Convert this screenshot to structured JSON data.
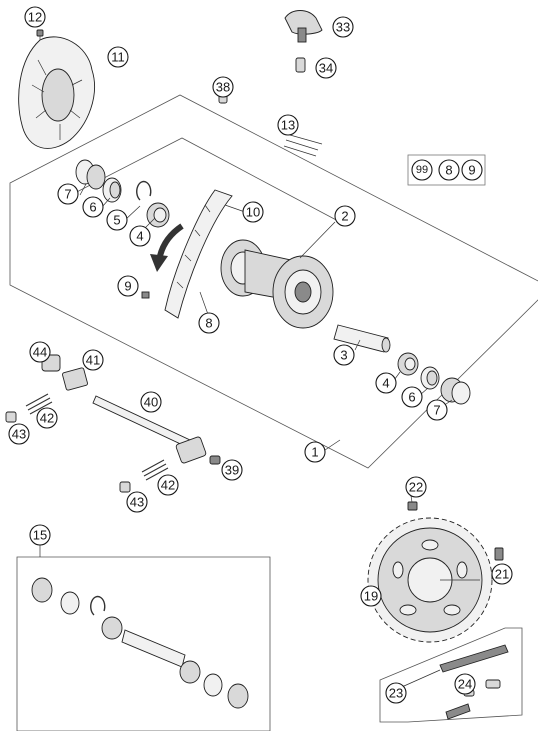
{
  "diagram": {
    "callouts": {
      "c1": "1",
      "c2": "2",
      "c3": "3",
      "c4a": "4",
      "c4b": "4",
      "c5": "5",
      "c6a": "6",
      "c6b": "6",
      "c7a": "7",
      "c7b": "7",
      "c8": "8",
      "c9": "9",
      "c10": "10",
      "c11": "11",
      "c12": "12",
      "c13": "13",
      "c15": "15",
      "c19": "19",
      "c21": "21",
      "c22": "22",
      "c23": "23",
      "c24": "24",
      "c33": "33",
      "c34": "34",
      "c38": "38",
      "c39": "39",
      "c40": "40",
      "c41": "41",
      "c42a": "42",
      "c42b": "42",
      "c43a": "43",
      "c43b": "43",
      "c44": "44"
    },
    "kit_box": {
      "c99": "99",
      "c8": "8",
      "c9": "9"
    }
  }
}
